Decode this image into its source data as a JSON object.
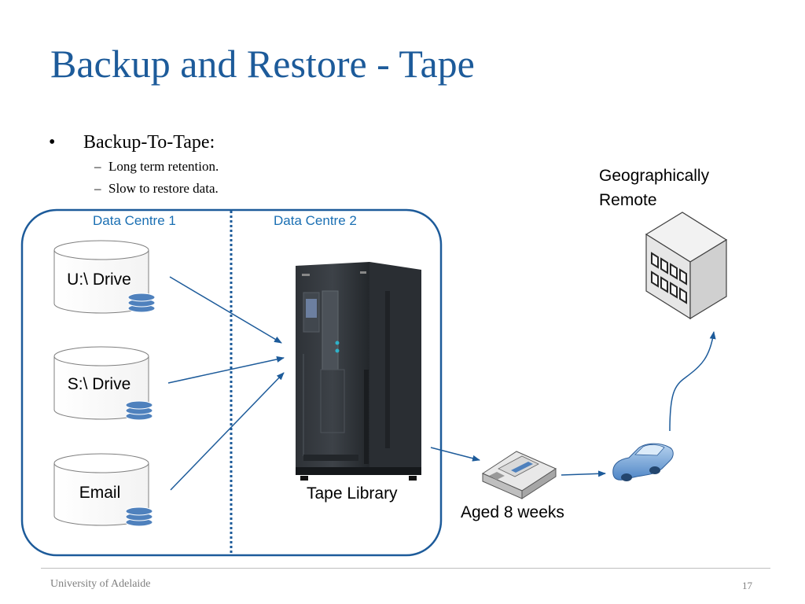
{
  "slide": {
    "title": "Backup and Restore - Tape",
    "bullet": "Backup-To-Tape:",
    "bullet_marker": "•",
    "sub_marker": "–",
    "sub_bullets": [
      "Long term retention.",
      "Slow to restore data."
    ],
    "footer": "University of Adelaide",
    "page_number": "17"
  },
  "diagram": {
    "data_centre_1": "Data Centre 1",
    "data_centre_2": "Data Centre 2",
    "drives": [
      "U:\\ Drive",
      "S:\\ Drive",
      "Email"
    ],
    "tape_library": "Tape Library",
    "aged_label": "Aged 8 weeks",
    "remote_label_line1": "Geographically",
    "remote_label_line2": "Remote"
  },
  "colors": {
    "title": "#1d5b9a",
    "frame": "#1d5b9a",
    "arrow": "#1d5b9a",
    "data_centre_label": "#1a6fb3",
    "disk_stack": "#4f81bd"
  },
  "icons": [
    "database-icon",
    "disk-stack-icon",
    "tape-library-icon",
    "tape-cartridge-icon",
    "car-icon",
    "building-icon"
  ]
}
